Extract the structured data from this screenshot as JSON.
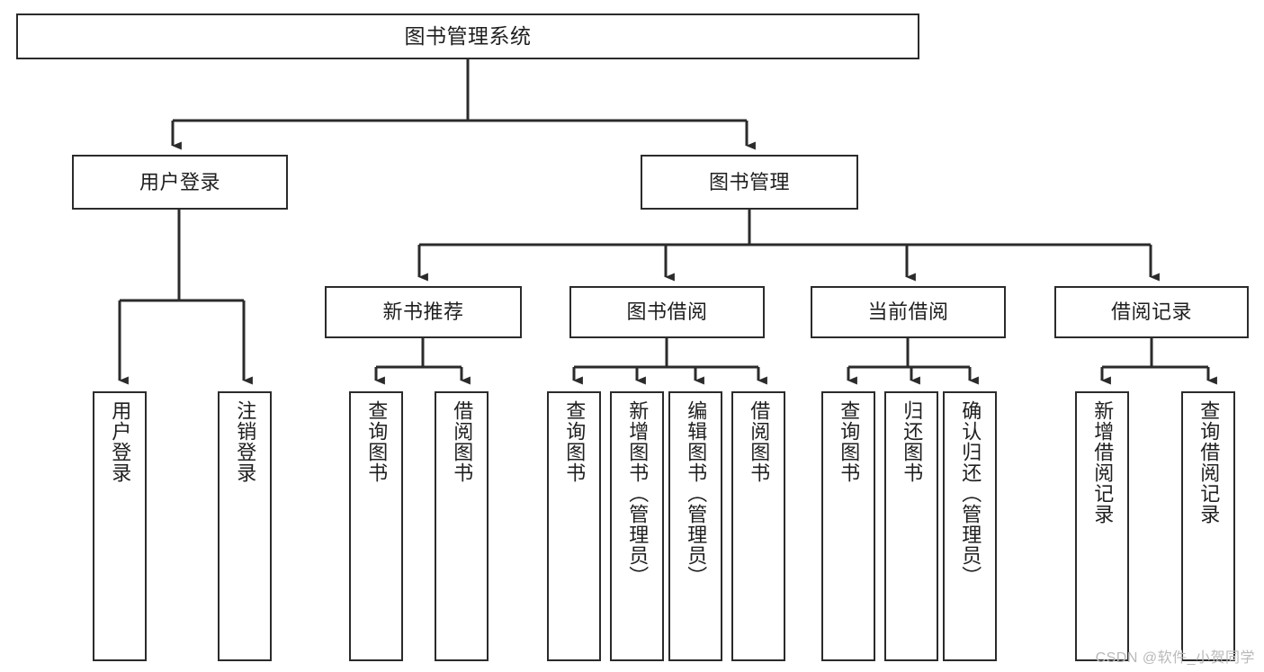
{
  "diagram": {
    "title": "图书管理系统",
    "type": "hierarchy-tree",
    "colors": {
      "background": "#ffffff",
      "box_border": "#2b2b2b",
      "connector": "#2b2b2b",
      "text": "#1f1f1f",
      "watermark": "#b9b9b9"
    },
    "watermark": "CSDN @软件_小贺同学",
    "nodes": {
      "root": {
        "label": "图书管理系统"
      },
      "level2": [
        {
          "id": "user-login",
          "label": "用户登录"
        },
        {
          "id": "book-management",
          "label": "图书管理"
        }
      ],
      "level3": [
        {
          "id": "new-book-recommend",
          "label": "新书推荐"
        },
        {
          "id": "book-borrow",
          "label": "图书借阅"
        },
        {
          "id": "current-borrow",
          "label": "当前借阅"
        },
        {
          "id": "borrow-record",
          "label": "借阅记录"
        }
      ],
      "leaves": [
        {
          "id": "leaf-user-login",
          "label": "用户登录",
          "parent": "user-login"
        },
        {
          "id": "leaf-logout-login",
          "label": "注销登录",
          "parent": "user-login"
        },
        {
          "id": "leaf-query-book-1",
          "label": "查询图书",
          "parent": "new-book-recommend"
        },
        {
          "id": "leaf-borrow-book-1",
          "label": "借阅图书",
          "parent": "new-book-recommend"
        },
        {
          "id": "leaf-query-book-2",
          "label": "查询图书",
          "parent": "book-borrow"
        },
        {
          "id": "leaf-add-book",
          "label": "新增图书（管理员）",
          "parent": "book-borrow"
        },
        {
          "id": "leaf-edit-book",
          "label": "编辑图书（管理员）",
          "parent": "book-borrow"
        },
        {
          "id": "leaf-borrow-book-2",
          "label": "借阅图书",
          "parent": "book-borrow"
        },
        {
          "id": "leaf-query-book-3",
          "label": "查询图书",
          "parent": "current-borrow"
        },
        {
          "id": "leaf-return-book",
          "label": "归还图书",
          "parent": "current-borrow"
        },
        {
          "id": "leaf-confirm-return",
          "label": "确认归还（管理员）",
          "parent": "current-borrow"
        },
        {
          "id": "leaf-add-record",
          "label": "新增借阅记录",
          "parent": "borrow-record"
        },
        {
          "id": "leaf-query-record",
          "label": "查询借阅记录",
          "parent": "borrow-record"
        }
      ]
    }
  }
}
